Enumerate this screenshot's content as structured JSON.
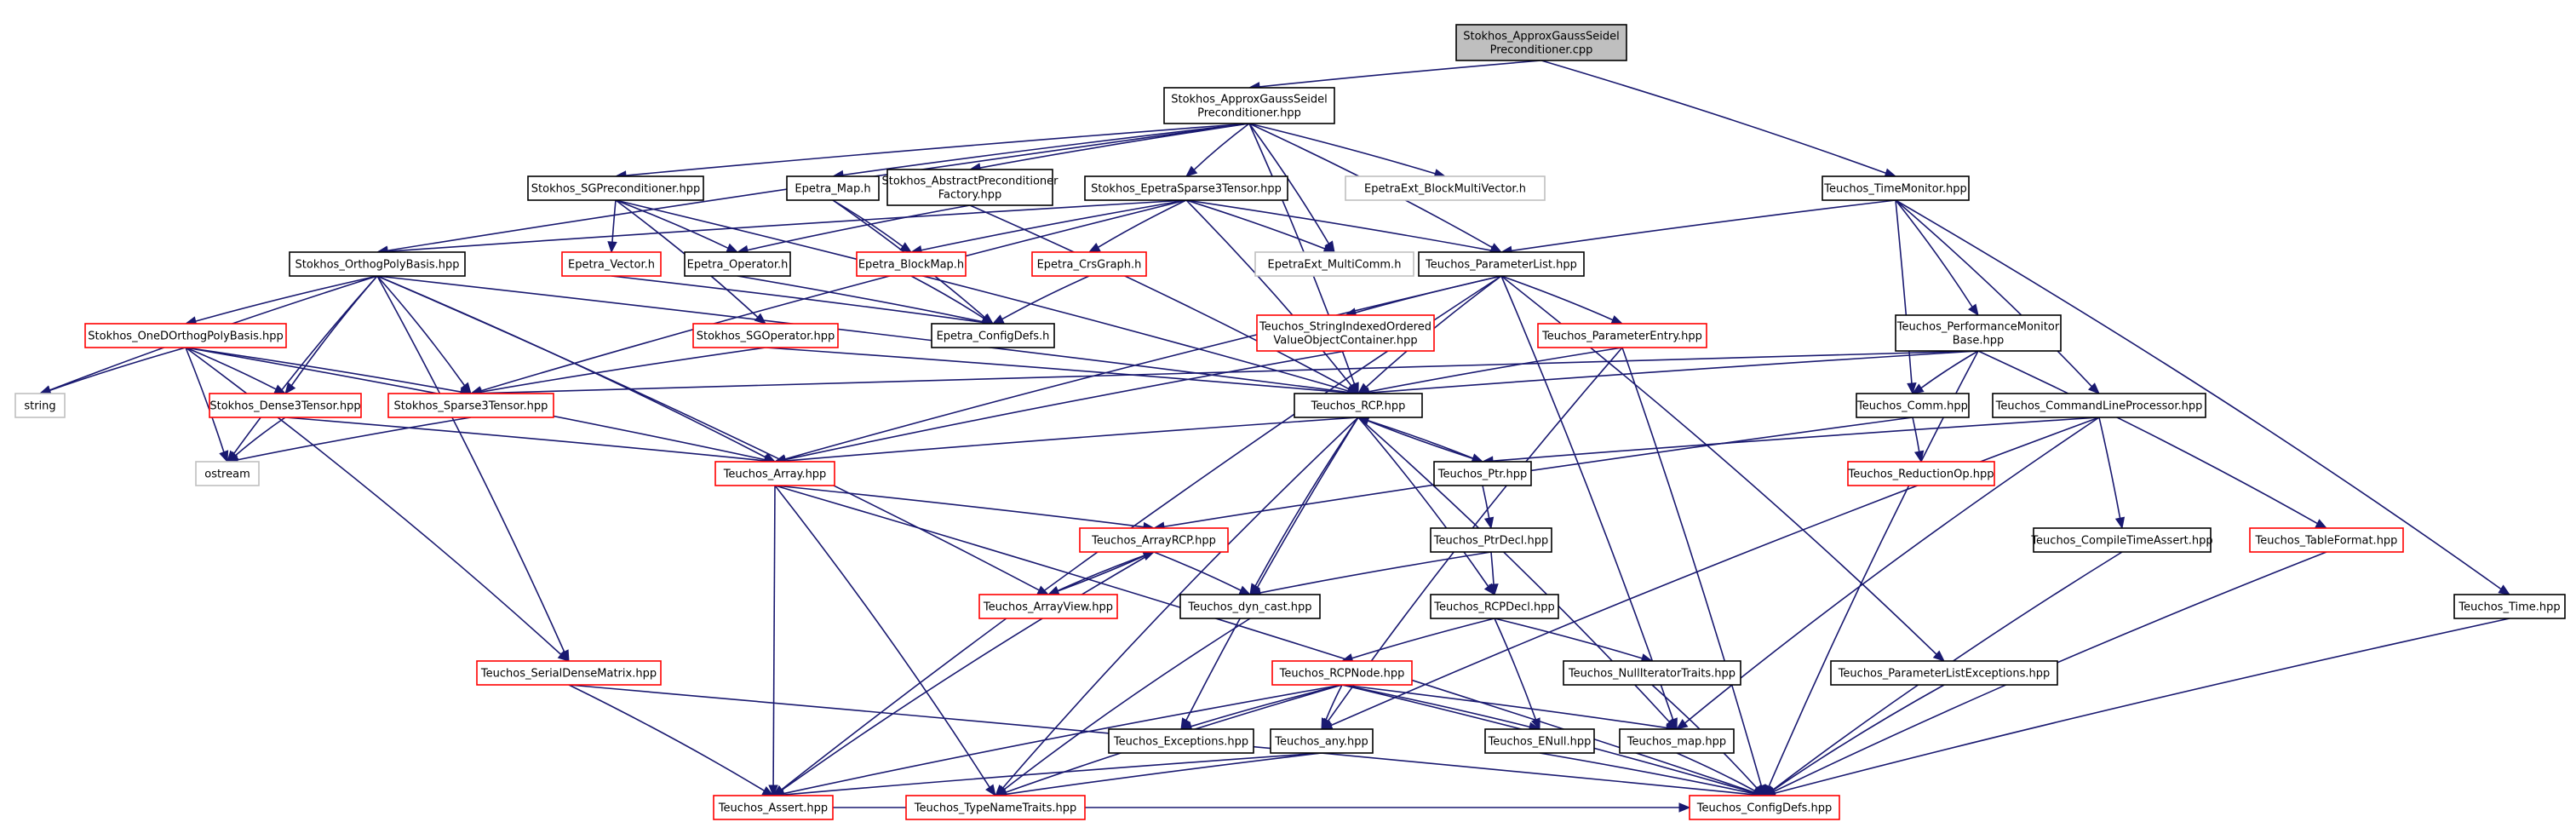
{
  "colors": {
    "edge": "#191970",
    "root_fill": "#bfbfbf",
    "border_black": "#000000",
    "border_red": "#ff0000",
    "border_gray": "#bfbfbf",
    "node_fill": "#ffffff"
  },
  "nodes": [
    {
      "id": "root",
      "lines": [
        "Stokhos_ApproxGaussSeidel",
        "Preconditioner.cpp"
      ],
      "kind": "root"
    },
    {
      "id": "agsp",
      "lines": [
        "Stokhos_ApproxGaussSeidel",
        "Preconditioner.hpp"
      ],
      "kind": "black"
    },
    {
      "id": "sgprec",
      "lines": [
        "Stokhos_SGPreconditioner.hpp"
      ],
      "kind": "black"
    },
    {
      "id": "emap",
      "lines": [
        "Epetra_Map.h"
      ],
      "kind": "black"
    },
    {
      "id": "apf",
      "lines": [
        "Stokhos_AbstractPreconditioner",
        "Factory.hpp"
      ],
      "kind": "black"
    },
    {
      "id": "est",
      "lines": [
        "Stokhos_EpetraSparse3Tensor.hpp"
      ],
      "kind": "black"
    },
    {
      "id": "bmv",
      "lines": [
        "EpetraExt_BlockMultiVector.h"
      ],
      "kind": "gray"
    },
    {
      "id": "tmon",
      "lines": [
        "Teuchos_TimeMonitor.hpp"
      ],
      "kind": "black"
    },
    {
      "id": "opb",
      "lines": [
        "Stokhos_OrthogPolyBasis.hpp"
      ],
      "kind": "black"
    },
    {
      "id": "evec",
      "lines": [
        "Epetra_Vector.h"
      ],
      "kind": "red"
    },
    {
      "id": "eop",
      "lines": [
        "Epetra_Operator.h"
      ],
      "kind": "black"
    },
    {
      "id": "ebm",
      "lines": [
        "Epetra_BlockMap.h"
      ],
      "kind": "red"
    },
    {
      "id": "ecg",
      "lines": [
        "Epetra_CrsGraph.h"
      ],
      "kind": "red"
    },
    {
      "id": "emc",
      "lines": [
        "EpetraExt_MultiComm.h"
      ],
      "kind": "gray"
    },
    {
      "id": "plist",
      "lines": [
        "Teuchos_ParameterList.hpp"
      ],
      "kind": "black"
    },
    {
      "id": "oneop",
      "lines": [
        "Stokhos_OneDOrthogPolyBasis.hpp"
      ],
      "kind": "red"
    },
    {
      "id": "sgop",
      "lines": [
        "Stokhos_SGOperator.hpp"
      ],
      "kind": "red"
    },
    {
      "id": "ecd",
      "lines": [
        "Epetra_ConfigDefs.h"
      ],
      "kind": "black"
    },
    {
      "id": "sio",
      "lines": [
        "Teuchos_StringIndexedOrdered",
        "ValueObjectContainer.hpp"
      ],
      "kind": "red"
    },
    {
      "id": "pentry",
      "lines": [
        "Teuchos_ParameterEntry.hpp"
      ],
      "kind": "red"
    },
    {
      "id": "pmb",
      "lines": [
        "Teuchos_PerformanceMonitor",
        "Base.hpp"
      ],
      "kind": "black"
    },
    {
      "id": "string",
      "lines": [
        "string"
      ],
      "kind": "gray"
    },
    {
      "id": "d3t",
      "lines": [
        "Stokhos_Dense3Tensor.hpp"
      ],
      "kind": "red"
    },
    {
      "id": "s3t",
      "lines": [
        "Stokhos_Sparse3Tensor.hpp"
      ],
      "kind": "red"
    },
    {
      "id": "rcp",
      "lines": [
        "Teuchos_RCP.hpp"
      ],
      "kind": "black"
    },
    {
      "id": "comm",
      "lines": [
        "Teuchos_Comm.hpp"
      ],
      "kind": "black"
    },
    {
      "id": "clp",
      "lines": [
        "Teuchos_CommandLineProcessor.hpp"
      ],
      "kind": "black"
    },
    {
      "id": "ostream",
      "lines": [
        "ostream"
      ],
      "kind": "gray"
    },
    {
      "id": "array",
      "lines": [
        "Teuchos_Array.hpp"
      ],
      "kind": "red"
    },
    {
      "id": "ptr",
      "lines": [
        "Teuchos_Ptr.hpp"
      ],
      "kind": "black"
    },
    {
      "id": "redop",
      "lines": [
        "Teuchos_ReductionOp.hpp"
      ],
      "kind": "red"
    },
    {
      "id": "arcp",
      "lines": [
        "Teuchos_ArrayRCP.hpp"
      ],
      "kind": "red"
    },
    {
      "id": "ptrdecl",
      "lines": [
        "Teuchos_PtrDecl.hpp"
      ],
      "kind": "black"
    },
    {
      "id": "cta",
      "lines": [
        "Teuchos_CompileTimeAssert.hpp"
      ],
      "kind": "black"
    },
    {
      "id": "tfmt",
      "lines": [
        "Teuchos_TableFormat.hpp"
      ],
      "kind": "red"
    },
    {
      "id": "aview",
      "lines": [
        "Teuchos_ArrayView.hpp"
      ],
      "kind": "red"
    },
    {
      "id": "dyn",
      "lines": [
        "Teuchos_dyn_cast.hpp"
      ],
      "kind": "black"
    },
    {
      "id": "rcpdecl",
      "lines": [
        "Teuchos_RCPDecl.hpp"
      ],
      "kind": "black"
    },
    {
      "id": "time",
      "lines": [
        "Teuchos_Time.hpp"
      ],
      "kind": "black"
    },
    {
      "id": "sdm",
      "lines": [
        "Teuchos_SerialDenseMatrix.hpp"
      ],
      "kind": "red"
    },
    {
      "id": "rcpnode",
      "lines": [
        "Teuchos_RCPNode.hpp"
      ],
      "kind": "red"
    },
    {
      "id": "nit",
      "lines": [
        "Teuchos_NullIteratorTraits.hpp"
      ],
      "kind": "black"
    },
    {
      "id": "ple",
      "lines": [
        "Teuchos_ParameterListExceptions.hpp"
      ],
      "kind": "black"
    },
    {
      "id": "exc",
      "lines": [
        "Teuchos_Exceptions.hpp"
      ],
      "kind": "black"
    },
    {
      "id": "any",
      "lines": [
        "Teuchos_any.hpp"
      ],
      "kind": "black"
    },
    {
      "id": "enull",
      "lines": [
        "Teuchos_ENull.hpp"
      ],
      "kind": "black"
    },
    {
      "id": "map",
      "lines": [
        "Teuchos_map.hpp"
      ],
      "kind": "black"
    },
    {
      "id": "assert",
      "lines": [
        "Teuchos_Assert.hpp"
      ],
      "kind": "red"
    },
    {
      "id": "ttt",
      "lines": [
        "Teuchos_TypeNameTraits.hpp"
      ],
      "kind": "red"
    },
    {
      "id": "tcd",
      "lines": [
        "Teuchos_ConfigDefs.hpp"
      ],
      "kind": "red"
    }
  ],
  "edges": [
    [
      "root",
      "agsp"
    ],
    [
      "root",
      "tmon"
    ],
    [
      "agsp",
      "sgprec"
    ],
    [
      "agsp",
      "emap"
    ],
    [
      "agsp",
      "apf"
    ],
    [
      "agsp",
      "est"
    ],
    [
      "agsp",
      "bmv"
    ],
    [
      "agsp",
      "opb"
    ],
    [
      "agsp",
      "emc"
    ],
    [
      "agsp",
      "plist"
    ],
    [
      "agsp",
      "rcp"
    ],
    [
      "sgprec",
      "evec"
    ],
    [
      "sgprec",
      "eop"
    ],
    [
      "sgprec",
      "sgop"
    ],
    [
      "sgprec",
      "rcp"
    ],
    [
      "emap",
      "ebm"
    ],
    [
      "emap",
      "ecd"
    ],
    [
      "apf",
      "eop"
    ],
    [
      "apf",
      "rcp"
    ],
    [
      "est",
      "ebm"
    ],
    [
      "est",
      "ecg"
    ],
    [
      "est",
      "emc"
    ],
    [
      "est",
      "opb"
    ],
    [
      "est",
      "s3t"
    ],
    [
      "est",
      "plist"
    ],
    [
      "est",
      "rcp"
    ],
    [
      "tmon",
      "plist"
    ],
    [
      "tmon",
      "pmb"
    ],
    [
      "tmon",
      "comm"
    ],
    [
      "tmon",
      "clp"
    ],
    [
      "tmon",
      "time"
    ],
    [
      "opb",
      "string"
    ],
    [
      "opb",
      "oneop"
    ],
    [
      "opb",
      "ostream"
    ],
    [
      "opb",
      "d3t"
    ],
    [
      "opb",
      "s3t"
    ],
    [
      "opb",
      "array"
    ],
    [
      "opb",
      "aview"
    ],
    [
      "opb",
      "sdm"
    ],
    [
      "opb",
      "rcp"
    ],
    [
      "evec",
      "ecd"
    ],
    [
      "eop",
      "ecd"
    ],
    [
      "ebm",
      "ecd"
    ],
    [
      "ecg",
      "ecd"
    ],
    [
      "plist",
      "sio"
    ],
    [
      "plist",
      "pentry"
    ],
    [
      "plist",
      "rcp"
    ],
    [
      "plist",
      "array"
    ],
    [
      "plist",
      "assert"
    ],
    [
      "plist",
      "ple"
    ],
    [
      "plist",
      "map"
    ],
    [
      "oneop",
      "string"
    ],
    [
      "oneop",
      "ostream"
    ],
    [
      "oneop",
      "d3t"
    ],
    [
      "oneop",
      "s3t"
    ],
    [
      "oneop",
      "array"
    ],
    [
      "oneop",
      "sdm"
    ],
    [
      "sgop",
      "s3t"
    ],
    [
      "sgop",
      "rcp"
    ],
    [
      "sio",
      "array"
    ],
    [
      "pentry",
      "rcp"
    ],
    [
      "pentry",
      "any"
    ],
    [
      "pentry",
      "tcd"
    ],
    [
      "pmb",
      "s3t"
    ],
    [
      "pmb",
      "rcp"
    ],
    [
      "pmb",
      "comm"
    ],
    [
      "pmb",
      "tfmt"
    ],
    [
      "pmb",
      "tcd"
    ],
    [
      "d3t",
      "ostream"
    ],
    [
      "s3t",
      "ostream"
    ],
    [
      "d3t",
      "array"
    ],
    [
      "rcp",
      "ptr"
    ],
    [
      "rcp",
      "array"
    ],
    [
      "rcp",
      "dyn"
    ],
    [
      "rcp",
      "rcpdecl"
    ],
    [
      "rcp",
      "exc"
    ],
    [
      "rcp",
      "ttt"
    ],
    [
      "rcp",
      "map"
    ],
    [
      "comm",
      "redop"
    ],
    [
      "comm",
      "arcp"
    ],
    [
      "clp",
      "ptr"
    ],
    [
      "clp",
      "cta"
    ],
    [
      "clp",
      "map"
    ],
    [
      "clp",
      "any"
    ],
    [
      "array",
      "arcp"
    ],
    [
      "array",
      "assert"
    ],
    [
      "array",
      "ttt"
    ],
    [
      "array",
      "tcd"
    ],
    [
      "ptr",
      "rcp"
    ],
    [
      "ptr",
      "ptrdecl"
    ],
    [
      "arcp",
      "aview"
    ],
    [
      "arcp",
      "dyn"
    ],
    [
      "arcp",
      "assert"
    ],
    [
      "aview",
      "arcp"
    ],
    [
      "ptrdecl",
      "dyn"
    ],
    [
      "ptrdecl",
      "rcpdecl"
    ],
    [
      "cta",
      "tcd"
    ],
    [
      "tfmt",
      "tcd"
    ],
    [
      "time",
      "tcd"
    ],
    [
      "dyn",
      "ttt"
    ],
    [
      "rcpdecl",
      "rcpnode"
    ],
    [
      "rcpdecl",
      "nit"
    ],
    [
      "rcpdecl",
      "enull"
    ],
    [
      "sdm",
      "assert"
    ],
    [
      "sdm",
      "tcd"
    ],
    [
      "rcpnode",
      "exc"
    ],
    [
      "rcpnode",
      "any"
    ],
    [
      "rcpnode",
      "enull"
    ],
    [
      "rcpnode",
      "map"
    ],
    [
      "rcpnode",
      "assert"
    ],
    [
      "rcpnode",
      "ttt"
    ],
    [
      "rcpnode",
      "tcd"
    ],
    [
      "nit",
      "tcd"
    ],
    [
      "ple",
      "tcd"
    ],
    [
      "any",
      "assert"
    ],
    [
      "any",
      "ttt"
    ],
    [
      "enull",
      "tcd"
    ],
    [
      "map",
      "tcd"
    ],
    [
      "assert",
      "tcd"
    ]
  ]
}
